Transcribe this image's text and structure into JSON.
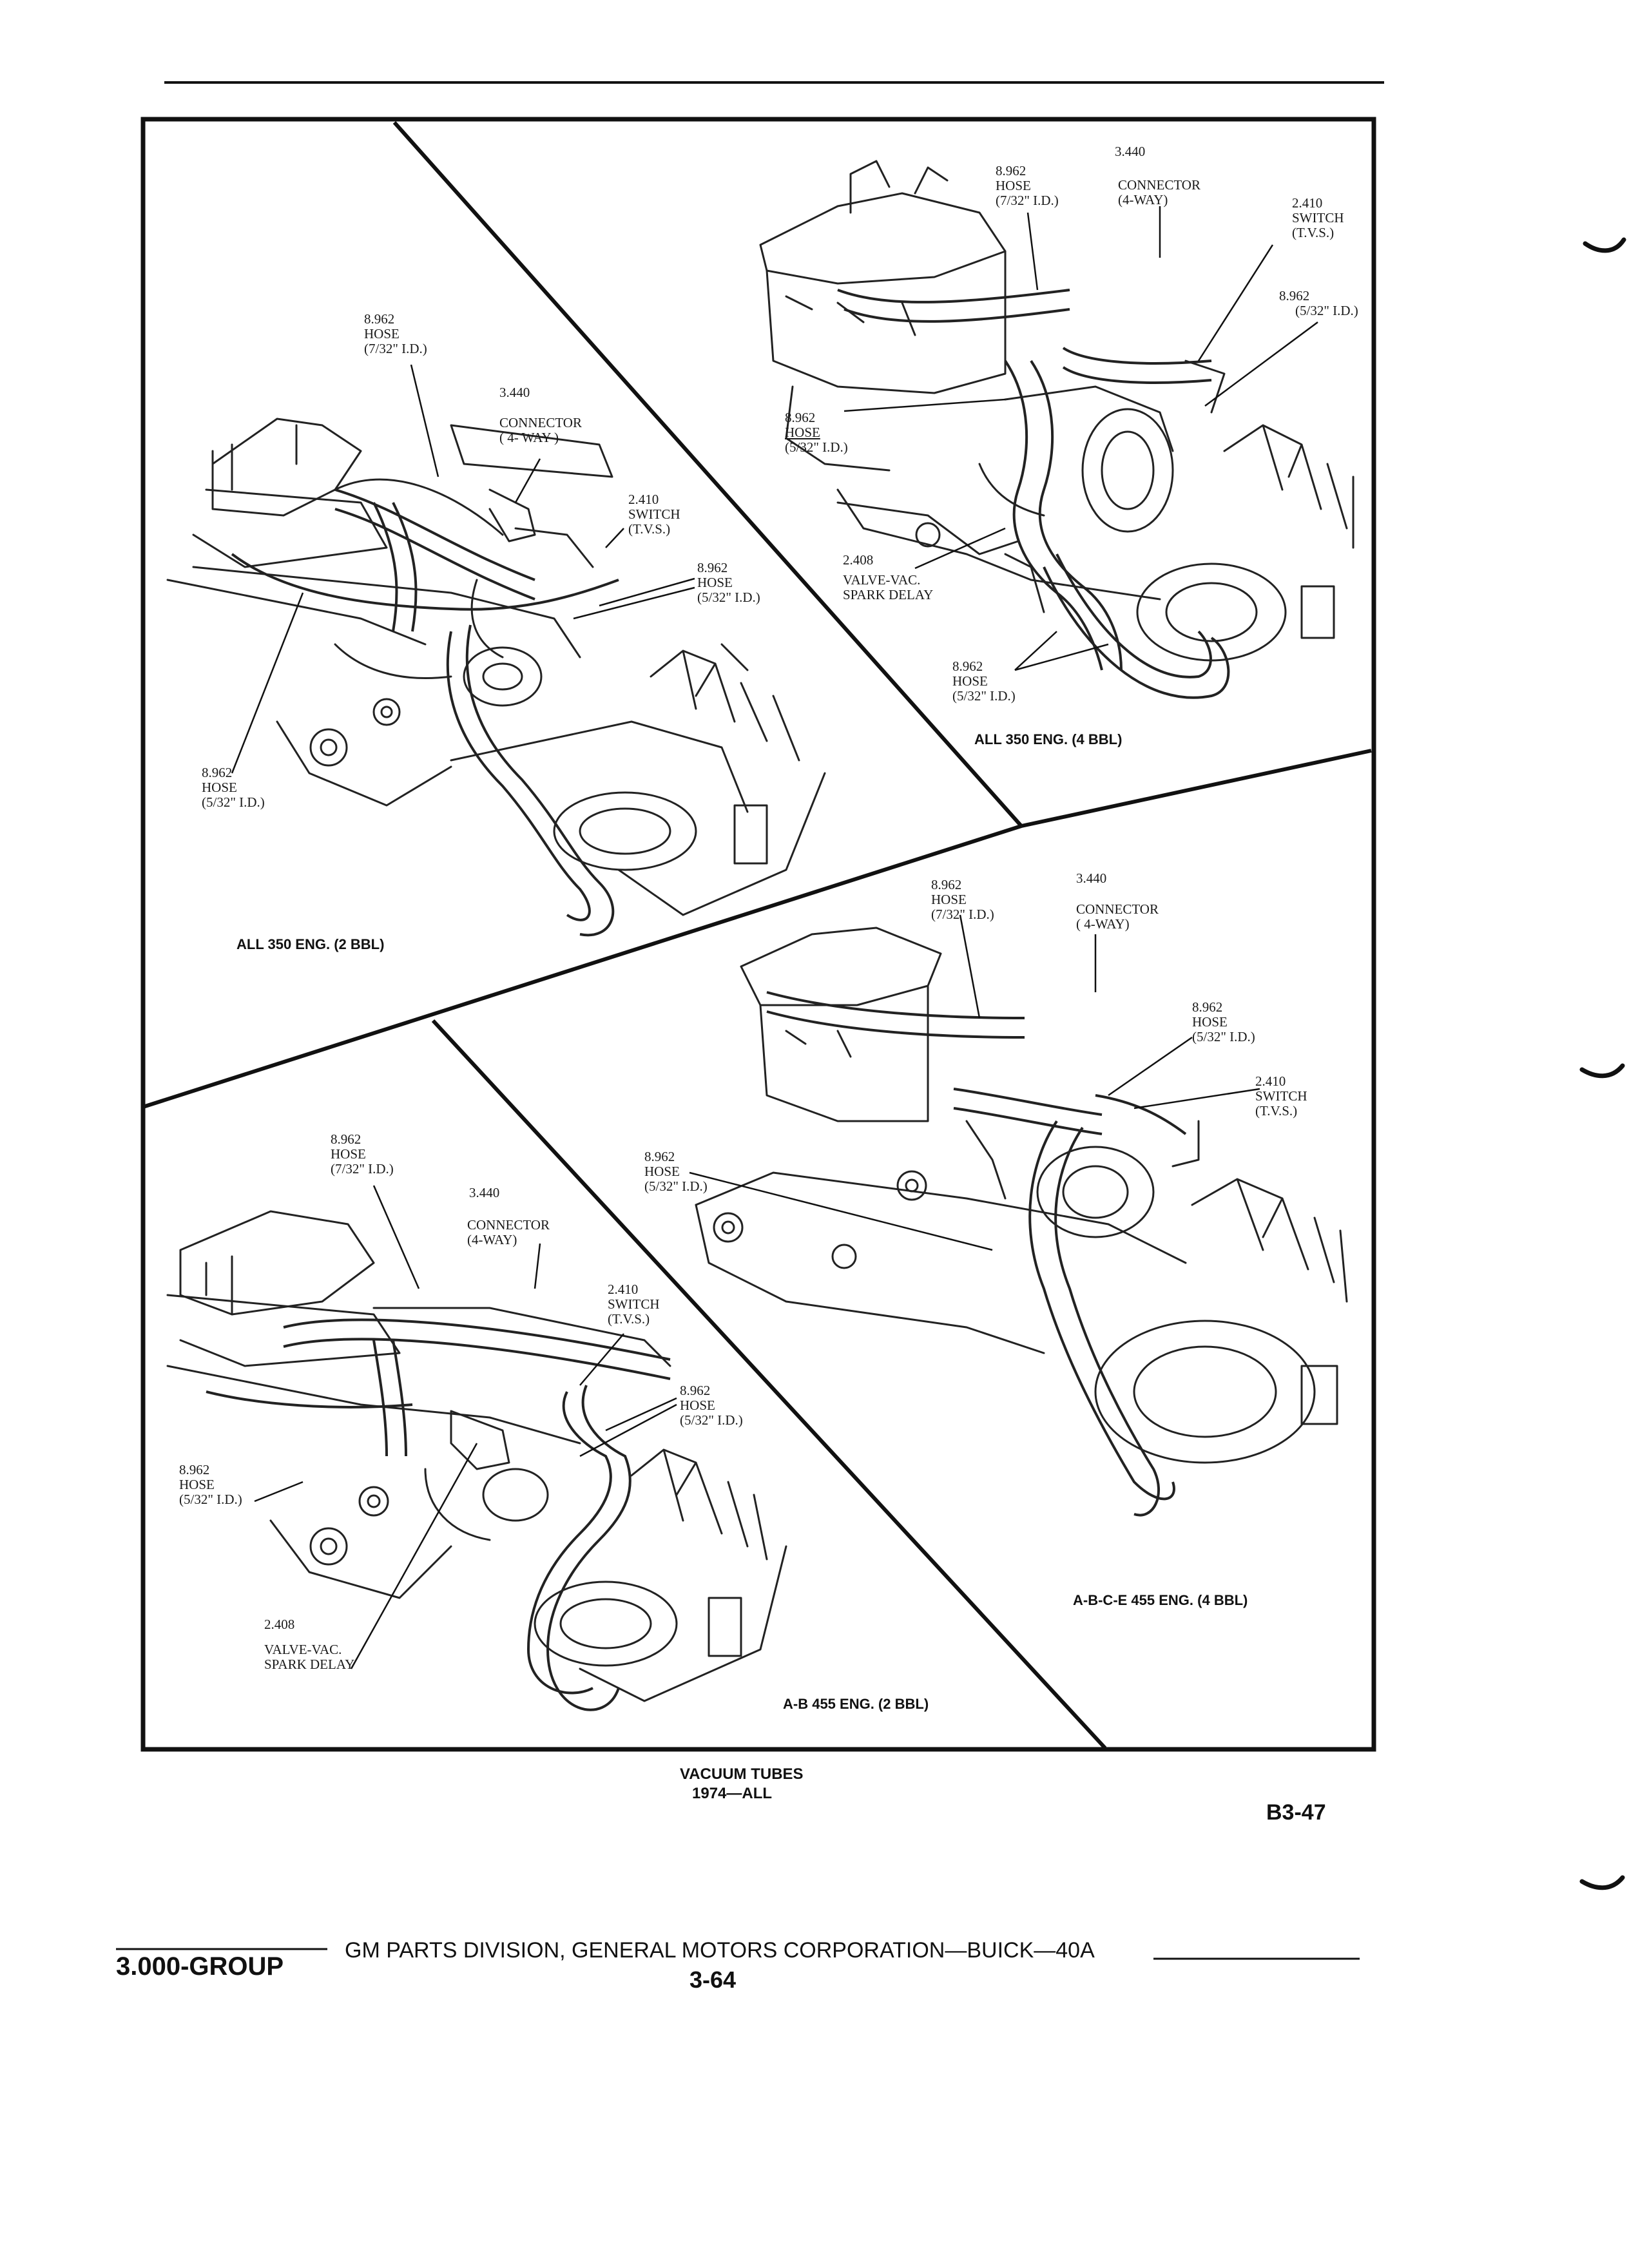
{
  "panels": [
    {
      "caption": "ALL 350 ENG. (2 BBL)",
      "labels": {
        "hose_top": [
          "8.962",
          "HOSE",
          "(7/32\" I.D.)"
        ],
        "connector_num": "3.440",
        "connector": [
          "CONNECTOR",
          "( 4- WAY )"
        ],
        "switch": [
          "2.410",
          "SWITCH",
          "(T.V.S.)"
        ],
        "hose_right": [
          "8.962",
          "HOSE",
          "(5/32\" I.D.)"
        ],
        "hose_left": [
          "8.962",
          "HOSE",
          "(5/32\" I.D.)"
        ]
      }
    },
    {
      "caption": "ALL 350 ENG. (4 BBL)",
      "labels": {
        "connector_num": "3.440",
        "hose_top": [
          "8.962",
          "HOSE",
          "(7/32\" I.D.)"
        ],
        "connector": [
          "CONNECTOR",
          "(4-WAY)"
        ],
        "switch": [
          "2.410",
          "SWITCH",
          "(T.V.S.)"
        ],
        "hose_right": [
          "8.962",
          "(5/32\" I.D.)"
        ],
        "hose_mid": [
          "8.962",
          "HOSE",
          "(5/32\" I.D.)"
        ],
        "valve": [
          "2.408",
          "VALVE-VAC.",
          "SPARK DELAY"
        ],
        "hose_bottom": [
          "8.962",
          "HOSE",
          "(5/32\" I.D.)"
        ]
      }
    },
    {
      "caption": "A-B-C-E 455 ENG. (4 BBL)",
      "labels": {
        "hose_top": [
          "8.962",
          "HOSE",
          "(7/32\" I.D.)"
        ],
        "connector_num": "3.440",
        "connector": [
          "CONNECTOR",
          "( 4-WAY)"
        ],
        "hose_right": [
          "8.962",
          "HOSE",
          "(5/32\" I.D.)"
        ],
        "switch": [
          "2.410",
          "SWITCH",
          "(T.V.S.)"
        ],
        "hose_left": [
          "8.962",
          "HOSE",
          "(5/32\" I.D.)"
        ]
      }
    },
    {
      "caption": "A-B 455 ENG. (2 BBL)",
      "labels": {
        "hose_top": [
          "8.962",
          "HOSE",
          "(7/32\" I.D.)"
        ],
        "connector_num": "3.440",
        "connector": [
          "CONNECTOR",
          "(4-WAY)"
        ],
        "switch": [
          "2.410",
          "SWITCH",
          "(T.V.S.)"
        ],
        "hose_right": [
          "8.962",
          "HOSE",
          "(5/32\" I.D.)"
        ],
        "hose_left": [
          "8.962",
          "HOSE",
          "(5/32\" I.D.)"
        ],
        "valve": [
          "2.408",
          "VALVE-VAC.",
          "SPARK DELAY"
        ]
      }
    }
  ],
  "figure": {
    "title": "VACUUM TUBES",
    "subtitle": "1974—ALL",
    "number": "B3-47"
  },
  "footer": {
    "group": "3.000-GROUP",
    "publisher": "GM PARTS DIVISION, GENERAL MOTORS CORPORATION—BUICK—40A",
    "page": "3-64"
  }
}
